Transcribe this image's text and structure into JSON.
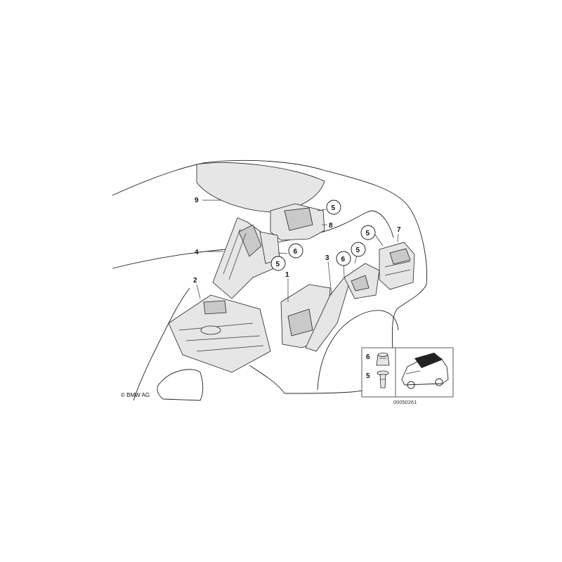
{
  "labels": {
    "l1": "1",
    "l2": "2",
    "l3": "3",
    "l4": "4",
    "l5a": "5",
    "l5b": "5",
    "l5c": "5",
    "l5d": "5",
    "l6a": "6",
    "l6b": "6",
    "l7": "7",
    "l8": "8",
    "l9": "9",
    "legend6": "6",
    "legend5": "5"
  },
  "copyright": "© BMW AG",
  "diagram_code": "00050261"
}
